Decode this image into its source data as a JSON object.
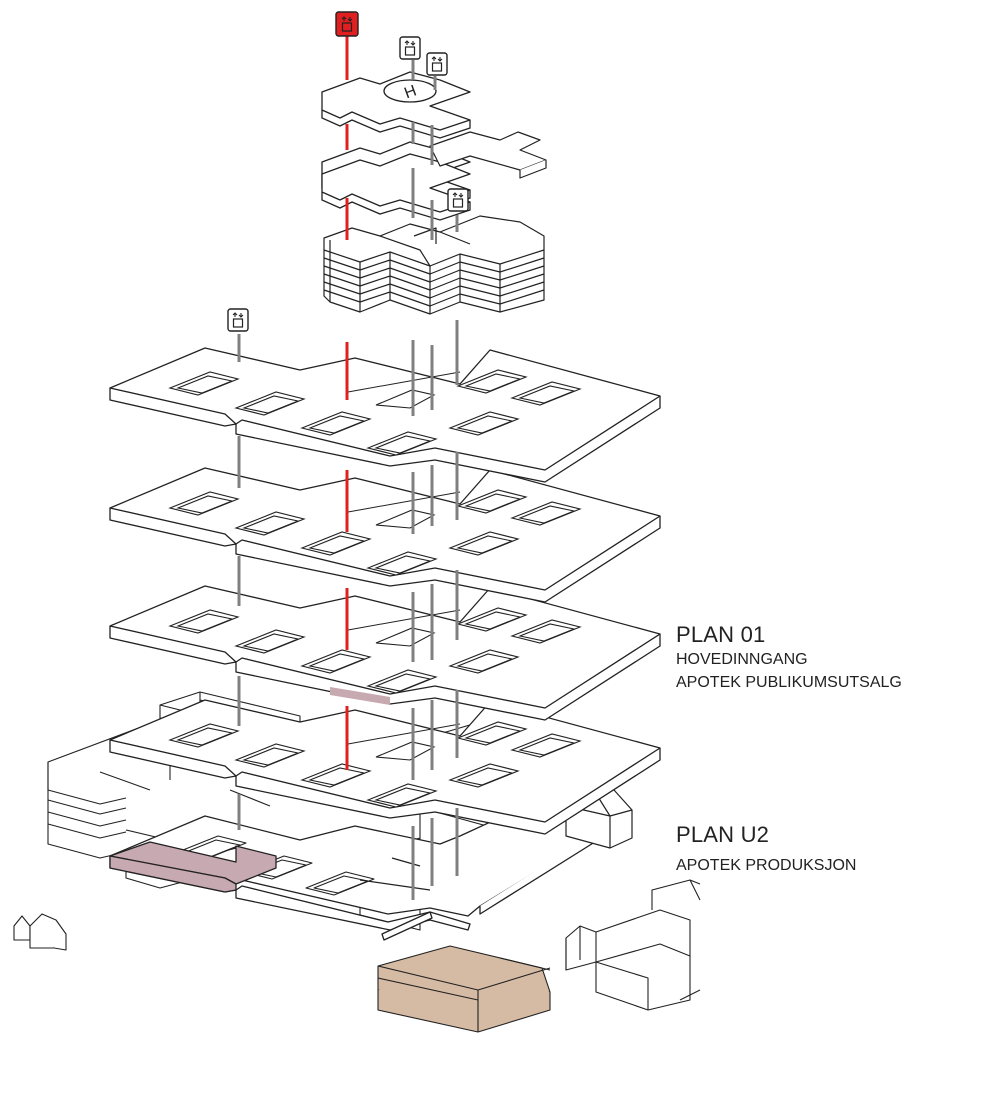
{
  "labels": {
    "plan01": {
      "title": "PLAN 01",
      "lines": [
        "HOVEDINNGANG",
        "APOTEK PUBLIKUMSUTSALG"
      ]
    },
    "planU2": {
      "title": "PLAN U2",
      "lines": [
        "APOTEK PRODUKSJON"
      ]
    }
  },
  "symbols": {
    "elevator_icon": "elevator-icon",
    "helipad_letter": "H"
  },
  "colors": {
    "stroke": "#222222",
    "floor_fill": "#ffffff",
    "core_red": "#e02020",
    "icon_red": "#e02020",
    "shaft_gray": "#808080",
    "highlight_pink": "#c7a9b2",
    "highlight_tan": "#d6bba4"
  }
}
